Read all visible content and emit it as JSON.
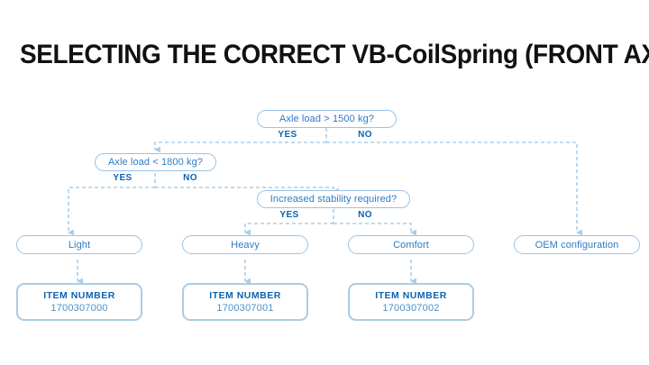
{
  "page": {
    "title": "SELECTING THE CORRECT VB-CoilSpring (FRONT AXLE)",
    "background": "#ffffff"
  },
  "colors": {
    "title_text": "#111111",
    "node_border": "#9cc3e5",
    "node_text": "#2e7bc4",
    "branch_label": "#0b63b0",
    "connector": "#a9cfea",
    "itembox_border": "#a8cce8",
    "item_label": "#0b63b0",
    "item_number": "#4a90c8"
  },
  "chart_data": {
    "type": "diagram",
    "title": "SELECTING THE CORRECT VB-CoilSpring (FRONT AXLE)",
    "nodes": [
      {
        "id": "d1",
        "kind": "decision",
        "label": "Axle load > 1500 kg?"
      },
      {
        "id": "d2",
        "kind": "decision",
        "label": "Axle load < 1800 kg?"
      },
      {
        "id": "d3",
        "kind": "decision",
        "label": "Increased stability required?"
      },
      {
        "id": "r1",
        "kind": "result",
        "label": "Light"
      },
      {
        "id": "r2",
        "kind": "result",
        "label": "Heavy"
      },
      {
        "id": "r3",
        "kind": "result",
        "label": "Comfort"
      },
      {
        "id": "r4",
        "kind": "result",
        "label": "OEM configuration"
      },
      {
        "id": "i1",
        "kind": "item",
        "label": "ITEM NUMBER",
        "value": "1700307000"
      },
      {
        "id": "i2",
        "kind": "item",
        "label": "ITEM NUMBER",
        "value": "1700307001"
      },
      {
        "id": "i3",
        "kind": "item",
        "label": "ITEM NUMBER",
        "value": "1700307002"
      }
    ],
    "edges": [
      {
        "from": "d1",
        "to": "d2",
        "label": "YES"
      },
      {
        "from": "d1",
        "to": "r4",
        "label": "NO"
      },
      {
        "from": "d2",
        "to": "r1",
        "label": "YES"
      },
      {
        "from": "d2",
        "to": "d3",
        "label": "NO"
      },
      {
        "from": "d3",
        "to": "r2",
        "label": "YES"
      },
      {
        "from": "d3",
        "to": "r3",
        "label": "NO"
      },
      {
        "from": "r1",
        "to": "i1",
        "label": ""
      },
      {
        "from": "r2",
        "to": "i2",
        "label": ""
      },
      {
        "from": "r3",
        "to": "i3",
        "label": ""
      }
    ]
  },
  "nodes": {
    "d1": {
      "text": "Axle load > 1500 kg?",
      "yes": "YES",
      "no": "NO"
    },
    "d2": {
      "text": "Axle load < 1800 kg?",
      "yes": "YES",
      "no": "NO"
    },
    "d3": {
      "text": "Increased stability required?",
      "yes": "YES",
      "no": "NO"
    },
    "r1": {
      "text": "Light"
    },
    "r2": {
      "text": "Heavy"
    },
    "r3": {
      "text": "Comfort"
    },
    "r4": {
      "text": "OEM configuration"
    }
  },
  "items": {
    "i1": {
      "label": "ITEM NUMBER",
      "number": "1700307000"
    },
    "i2": {
      "label": "ITEM NUMBER",
      "number": "1700307001"
    },
    "i3": {
      "label": "ITEM NUMBER",
      "number": "1700307002"
    }
  }
}
